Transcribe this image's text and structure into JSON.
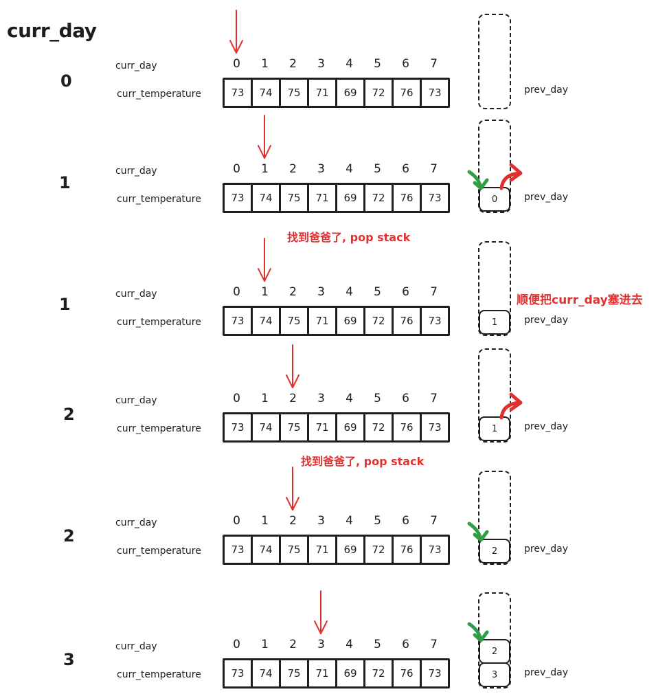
{
  "title": "curr_day",
  "row_labels": {
    "day": "curr_day",
    "temperature": "curr_temperature"
  },
  "stack_label": "prev_day",
  "indices": [
    "0",
    "1",
    "2",
    "3",
    "4",
    "5",
    "6",
    "7"
  ],
  "temperatures": [
    "73",
    "74",
    "75",
    "71",
    "69",
    "72",
    "76",
    "73"
  ],
  "colors": {
    "pointer": "#e03131",
    "push": "#2f9e44",
    "pop": "#e03131",
    "ink": "#1e1e1e"
  },
  "steps": [
    {
      "curr_day": "0",
      "pointer_index": 0,
      "stack": [],
      "push_arrow": false,
      "pop_arrow": false,
      "note": ""
    },
    {
      "curr_day": "1",
      "pointer_index": 1,
      "stack": [
        "0"
      ],
      "push_arrow": true,
      "pop_arrow": true,
      "note": ""
    },
    {
      "curr_day": "1",
      "pointer_index": 1,
      "stack": [
        "1"
      ],
      "push_arrow": false,
      "pop_arrow": false,
      "note": "找到爸爸了, pop stack",
      "side_note": "顺便把curr_day塞进去"
    },
    {
      "curr_day": "2",
      "pointer_index": 2,
      "stack": [
        "1"
      ],
      "push_arrow": false,
      "pop_arrow": true,
      "note": ""
    },
    {
      "curr_day": "2",
      "pointer_index": 2,
      "stack": [
        "2"
      ],
      "push_arrow": true,
      "pop_arrow": false,
      "note": "找到爸爸了, pop stack"
    },
    {
      "curr_day": "3",
      "pointer_index": 3,
      "stack": [
        "2",
        "3"
      ],
      "push_arrow": true,
      "pop_arrow": false,
      "note": ""
    }
  ]
}
